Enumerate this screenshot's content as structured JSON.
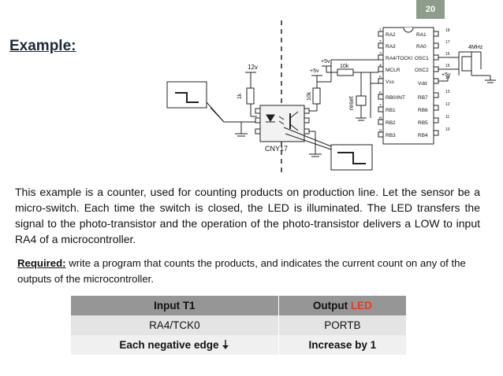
{
  "slide": {
    "page_number": "20",
    "title": "Example:"
  },
  "diagram": {
    "optocoupler_label": "CNY17",
    "resistor_1k": "1k",
    "resistor_10k_a": "10k",
    "resistor_10k_b": "10k",
    "supply_12v": "12v",
    "supply_5v_a": "+5v",
    "supply_5v_b": "+5v",
    "supply_5v_c": "+5v",
    "reset_label": "reset",
    "crystal_label": "4MHz",
    "mcu_left_pins": [
      "RA2",
      "RA3",
      "RA4/TOCKI",
      "MCLR",
      "Vss",
      "RB0/INT",
      "RB1",
      "RB2",
      "RB3"
    ],
    "mcu_left_numbers": [
      "1",
      "2",
      "3",
      "4",
      "5",
      "6",
      "7",
      "8",
      "9"
    ],
    "mcu_right_pins": [
      "RA1",
      "RA0",
      "OSC1",
      "OSC2",
      "Vdd",
      "RB7",
      "RB6",
      "RB5",
      "RB4"
    ],
    "mcu_right_numbers": [
      "18",
      "17",
      "16",
      "15",
      "14",
      "13",
      "12",
      "11",
      "10"
    ]
  },
  "body": {
    "paragraph": "This example is a counter, used for counting products on production line. Let the sensor be a micro-switch. Each time the switch is closed, the LED is illuminated. The LED transfers the signal to the photo-transistor and the operation of the photo-transistor delivers a LOW to input RA4 of a microcontroller.",
    "required_label": "Required:",
    "required_text": " write a program that counts the products, and indicates the current count on any of the outputs of the microcontroller."
  },
  "table": {
    "header_input": "Input T1",
    "header_output_prefix": "Output ",
    "header_output_highlight": "LED",
    "row1_input": "RA4/TCK0",
    "row1_output": "PORTB",
    "row2_input": "Each negative edge",
    "row2_output": "Increase by 1"
  },
  "colors": {
    "accent_red": "#e53a1e",
    "page_badge": "#8e9c8c",
    "table_header": "#969696"
  }
}
